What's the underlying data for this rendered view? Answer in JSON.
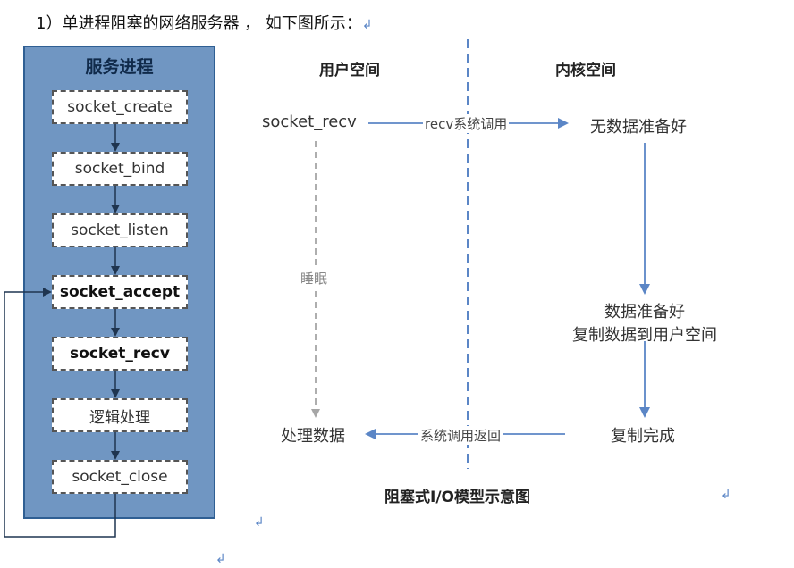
{
  "caption_top": "1）单进程阻塞的网络服务器 ， 如下图所示：",
  "pilcrow": "↲",
  "panel": {
    "title": "服务进程",
    "steps": [
      {
        "label": "socket_create"
      },
      {
        "label": "socket_bind"
      },
      {
        "label": "socket_listen"
      },
      {
        "label": "socket_accept"
      },
      {
        "label": "socket_recv"
      },
      {
        "label": "逻辑处理"
      },
      {
        "label": "socket_close"
      }
    ]
  },
  "user_space": {
    "header": "用户空间",
    "recv_call": "socket_recv",
    "sleep": "睡眠",
    "process": "处理数据"
  },
  "kernel_space": {
    "header": "内核空间",
    "no_data": "无数据准备好",
    "data_ready_line1": "数据准备好",
    "data_ready_line2": "复制数据到用户空间",
    "copy_done": "复制完成"
  },
  "arrows": {
    "recv_syscall": "recv系统调用",
    "syscall_return": "系统调用返回"
  },
  "caption_bottom": "阻塞式I/O模型示意图",
  "colors": {
    "panel_fill": "#7096c2",
    "panel_border": "#2f5f93",
    "arrow_blue": "#5b86c6",
    "divider": "#5b86c6",
    "sleep_arrow": "#a6a6a6"
  }
}
